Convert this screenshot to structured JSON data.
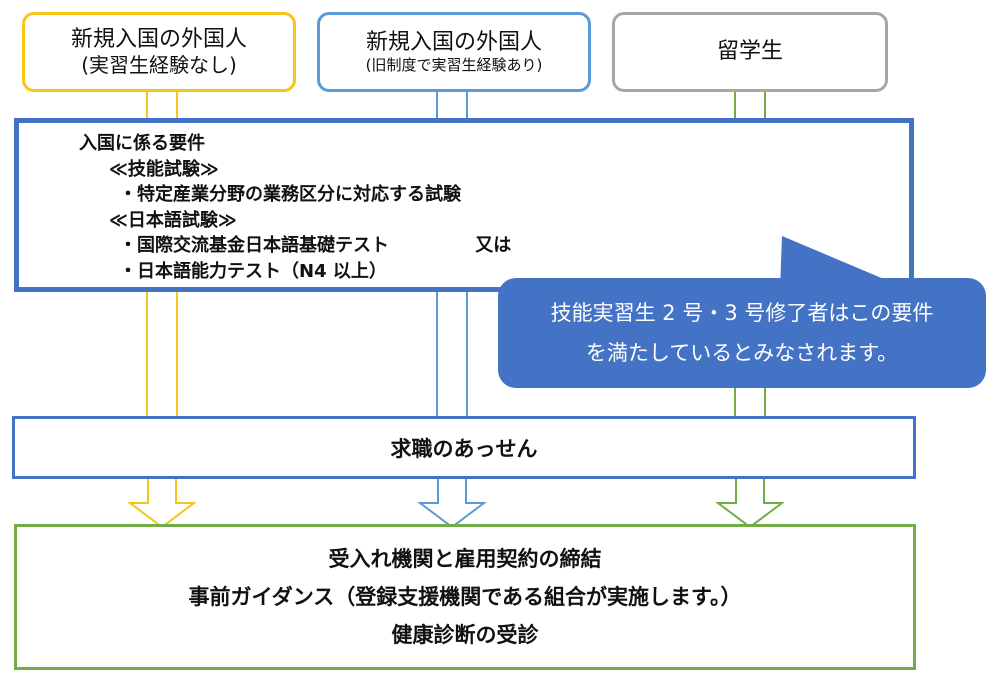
{
  "categories": [
    {
      "line1": "新規入国の外国人",
      "line2": "(実習生経験なし)",
      "color": "#f5c518"
    },
    {
      "line1": "新規入国の外国人",
      "line2": "(旧制度で実習生経験あり)",
      "color": "#5b9bd5"
    },
    {
      "line1": "留学生",
      "line2": "",
      "color": "#a6a6a6"
    }
  ],
  "requirements": {
    "title": "入国に係る要件",
    "skill_test_heading": "≪技能試験≫",
    "skill_test_item": "・特定産業分野の業務区分に対応する試験",
    "japanese_test_heading": "≪日本語試験≫",
    "japanese_test_item1": "・国際交流基金日本語基礎テスト",
    "or_label": "又は",
    "japanese_test_item2": "・日本語能力テスト（N4 以上）"
  },
  "callout": {
    "line1": "技能実習生 2 号・3 号修了者はこの要件",
    "line2": "を満たしているとみなされます。"
  },
  "job_placement": "求職のあっせん",
  "final_steps": [
    "受入れ機関と雇用契約の締結",
    "事前ガイダンス（登録支援機関である組合が実施します。）",
    "健康診断の受診"
  ],
  "colors": {
    "yellow": "#f5c518",
    "blue": "#5b9bd5",
    "dark_blue": "#4472c4",
    "green": "#70ad47",
    "gray": "#a6a6a6"
  }
}
